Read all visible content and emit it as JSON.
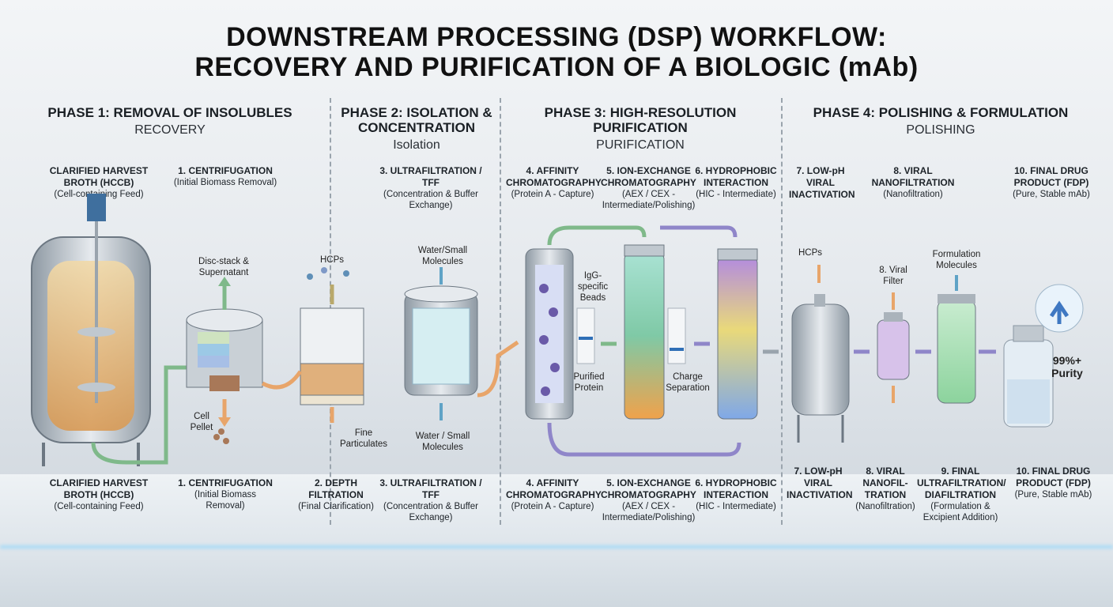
{
  "title": {
    "line1": "DOWNSTREAM PROCESSING (DSP) WORKFLOW:",
    "line2": "RECOVERY AND PURIFICATION OF A BIOLOGIC (mAb)"
  },
  "phases": [
    {
      "title": "PHASE 1: REMOVAL OF INSOLUBLES",
      "subtitle": "RECOVERY"
    },
    {
      "title": "PHASE 2: ISOLATION & CONCENTRATION",
      "subtitle": "Isolation"
    },
    {
      "title": "PHASE 3: HIGH-RESOLUTION PURIFICATION",
      "subtitle": "PURIFICATION"
    },
    {
      "title": "PHASE 4: POLISHING & FORMULATION",
      "subtitle": "POLISHING"
    }
  ],
  "top_labels": [
    {
      "title": "CLARIFIED HARVEST BROTH (HCCB)",
      "desc": "(Cell-containing Feed)"
    },
    {
      "title": "1. CENTRIFUGATION",
      "desc": "(Initial Biomass Removal)"
    },
    {
      "title": "3. ULTRAFILTRATION / TFF",
      "desc": "(Concentration & Buffer Exchange)"
    },
    {
      "title": "4. AFFINITY CHROMATOGRAPHY",
      "desc": "(Protein A - Capture)"
    },
    {
      "title": "5. ION-EXCHANGE CHROMATOGRAPHY",
      "desc": "(AEX / CEX - Intermediate/Polishing)"
    },
    {
      "title": "6. HYDROPHOBIC INTERACTION",
      "desc": "(HIC - Intermediate)"
    },
    {
      "title": "7. LOW-pH VIRAL INACTIVATION",
      "desc": ""
    },
    {
      "title": "8. VIRAL NANOFILTRATION",
      "desc": "(Nanofiltration)"
    },
    {
      "title": "10. FINAL DRUG PRODUCT (FDP)",
      "desc": "(Pure, Stable mAb)"
    }
  ],
  "bottom_labels": [
    {
      "title": "CLARIFIED HARVEST BROTH (HCCB)",
      "desc": "(Cell-containing Feed)"
    },
    {
      "title": "1. CENTRIFUGATION",
      "desc": "(Initial Biomass Removal)"
    },
    {
      "title": "2. DEPTH FILTRATION",
      "desc": "(Final Clarification)"
    },
    {
      "title": "3. ULTRAFILTRATION / TFF",
      "desc": "(Concentration & Buffer Exchange)"
    },
    {
      "title": "4. AFFINITY CHROMATOGRAPHY",
      "desc": "(Protein A - Capture)"
    },
    {
      "title": "5. ION-EXCHANGE CHROMATOGRAPHY",
      "desc": "(AEX / CEX - Intermediate/Polishing)"
    },
    {
      "title": "6. HYDROPHOBIC INTERACTION",
      "desc": "(HIC - Intermediate)"
    },
    {
      "title": "7. LOW-pH VIRAL INACTIVATION",
      "desc": ""
    },
    {
      "title": "8. VIRAL NANOFIL-TRATION",
      "desc": "(Nanofiltration)"
    },
    {
      "title": "9. FINAL ULTRAFILTRATION/ DIAFILTRATION",
      "desc": "(Formulation & Excipient Addition)"
    },
    {
      "title": "10. FINAL DRUG PRODUCT (FDP)",
      "desc": "(Pure, Stable mAb)"
    }
  ],
  "callouts": {
    "disc_stack": "Disc-stack & Supernatant",
    "cell_pellet": "Cell Pellet",
    "hcps_1": "HCPs",
    "fine_particulates": "Fine Particulates",
    "water_small_top": "Water/Small Molecules",
    "water_small_bottom": "Water / Small Molecules",
    "igg_beads": "IgG-specific Beads",
    "purified_protein": "Purified Protein",
    "charge_separation": "Charge Separation",
    "hcps_2": "HCPs",
    "viral_filter": "8. Viral Filter",
    "formulation_molecules": "Formulation Molecules",
    "purity": "99%+ Purity"
  },
  "colors": {
    "arrow_green": "#7fb98a",
    "arrow_orange": "#e8a56a",
    "arrow_blue": "#8fb3de",
    "arrow_purple": "#8f86c9",
    "steel": "#b9c2ca"
  }
}
